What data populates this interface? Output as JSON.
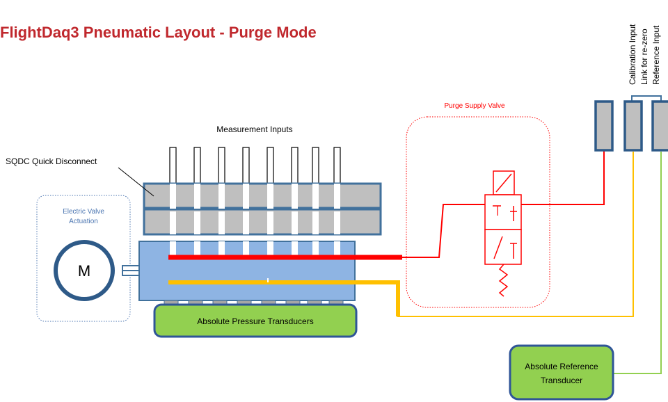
{
  "diagram": {
    "title": "FlightDaq3 Pneumatic Layout - Purge Mode",
    "labels": {
      "measurement_inputs": "Measurement Inputs",
      "sqdc": "SQDC Quick Disconnect",
      "electric_valve_line1": "Electric Valve",
      "electric_valve_line2": "Actuation",
      "motor": "M",
      "apt": "Absolute Pressure Transducers",
      "purge_supply_valve": "Purge Supply Valve",
      "art_line1": "Absolute Reference",
      "art_line2": "Transducer",
      "calibration_input": "Calibration Input",
      "link_re_zero": "Link for re-zero",
      "reference_input": "Reference Input"
    },
    "colors": {
      "title": "#c0282d",
      "purge_line": "#ff0000",
      "yellow_line": "#ffc000",
      "green_line": "#92d050",
      "block_border": "#41719c",
      "valve_block": "#8eb4e3",
      "quick_disconnect": "#bfbfbf",
      "transducer_fill": "#92d050",
      "transducer_border": "#2f5597",
      "dotted_border": "#ff0000",
      "actuation_border": "#4a74b0"
    }
  }
}
